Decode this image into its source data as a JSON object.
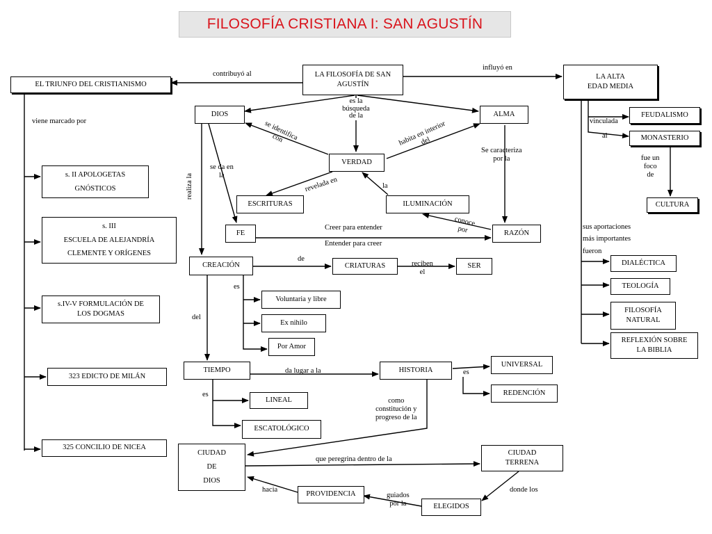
{
  "title": "FILOSOFÍA CRISTIANA I: SAN AGUSTÍN",
  "colors": {
    "title_text": "#d9141c",
    "title_bg": "#e6e6e6",
    "lines": "#000000"
  },
  "nodes": {
    "main": "LA FILOSOFÍA DE SAN\nAGUSTÍN",
    "triunfo": "EL TRIUNFO DEL CRISTIANISMO",
    "alta_edad_media": "LA ALTA\nEDAD MEDIA",
    "dios": "DIOS",
    "alma": "ALMA",
    "verdad": "VERDAD",
    "escrituras": "ESCRITURAS",
    "iluminacion": "ILUMINACIÓN",
    "fe": "FE",
    "razon": "RAZÓN",
    "creacion": "CREACIÓN",
    "criaturas": "CRIATURAS",
    "ser": "SER",
    "voluntaria": "Voluntaria y libre",
    "ex_nihilo": "Ex nihilo",
    "por_amor": "Por Amor",
    "tiempo": "TIEMPO",
    "historia": "HISTORIA",
    "universal": "UNIVERSAL",
    "redencion": "REDENCIÓN",
    "lineal": "LINEAL",
    "escatologico": "ESCATOLÓGICO",
    "ciudad_dios": "CIUDAD\nDE\nDIOS",
    "ciudad_terrena": "CIUDAD\nTERRENA",
    "providencia": "PROVIDENCIA",
    "elegidos": "ELEGIDOS",
    "apologetas": "s. II  APOLOGETAS\nGNÓSTICOS",
    "escuela": "s. III\nESCUELA DE ALEJANDRÍA\nCLEMENTE Y ORÍGENES",
    "dogmas": "s.IV-V  FORMULACIÓN DE\nLOS DOGMAS",
    "edicto": "323  EDICTO DE MILÁN",
    "concilio": "325 CONCILIO DE NICEA",
    "feudalismo": "FEUDALISMO",
    "monasterio": "MONASTERIO",
    "cultura": "CULTURA",
    "dialectica": "DIALÉCTICA",
    "teologia": "TEOLOGÍA",
    "filosofia_natural": "FILOSOFÍA\nNATURAL",
    "reflexion_biblia": "REFLEXIÓN SOBRE\nLA BIBLIA"
  },
  "links": {
    "contribuyo": "contribuyó al",
    "influyo": "influyó en",
    "viene_marcado": "viene marcado por",
    "es_busqueda": "es la\nbúsqueda\nde la",
    "identifica": "se identifica\ncon",
    "habita": "habita en interior\ndel",
    "revelada": "revelada en",
    "la": "la",
    "se_da": "se  da en\nla",
    "realiza": "realiza la",
    "caracteriza": "Se caracteriza\npor la",
    "creer": "Creer para entender",
    "entender": "Entender para creer",
    "conoce": "conoce\npor",
    "de": "de",
    "reciben": "reciben\nel",
    "es1": "es",
    "del": "del",
    "da_lugar": "da lugar a la",
    "es2": "es",
    "es3": "es",
    "como": "como\nconstitución  y\nprogreso de la",
    "peregrina": "que peregrina dentro de la",
    "hacia": "hacia",
    "guiados": "guiados\npor la",
    "donde": "donde los",
    "vinculada": "vinculada",
    "al": "al",
    "fue_foco": "fue un\nfoco\nde",
    "aportaciones": "sus aportaciones\nmás importantes\nfueron"
  }
}
